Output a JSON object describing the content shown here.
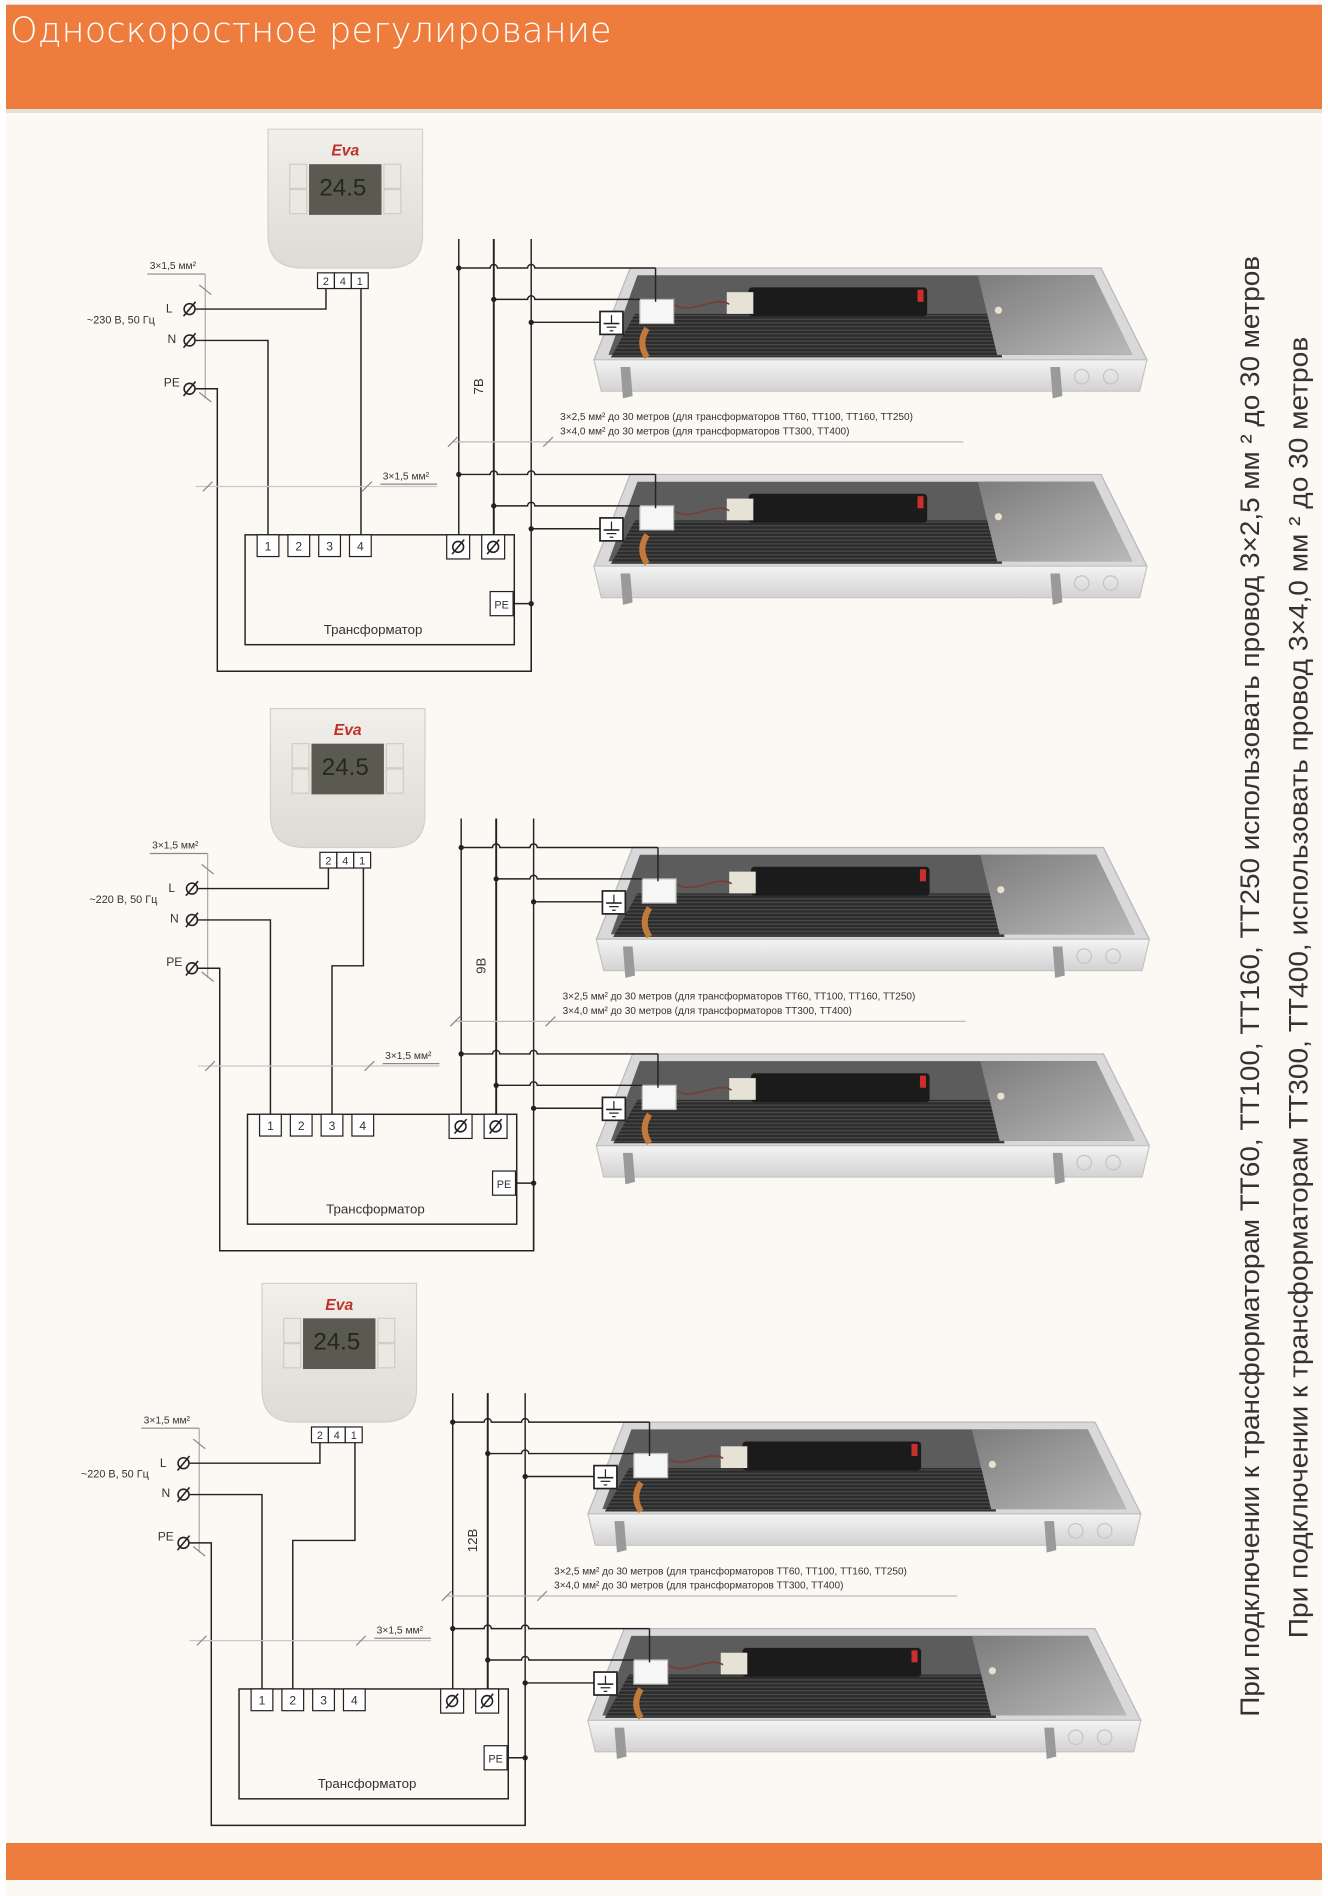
{
  "header": {
    "title": "Односкоростное регулирование"
  },
  "colors": {
    "accent": "#ee7d3d",
    "background": "#fcf8f4",
    "line": "#222222"
  },
  "thermostat": {
    "brand": "Eva",
    "display": "24.5",
    "terminals": [
      "2",
      "4",
      "1"
    ]
  },
  "mains_labels": {
    "L": "L",
    "N": "N",
    "PE": "PE"
  },
  "transformer": {
    "label": "Трансформатор",
    "terminals": [
      "1",
      "2",
      "3",
      "4"
    ],
    "pe_label": "PE"
  },
  "cables": {
    "mains": "3×1,5 мм²",
    "control": "3×1,5 мм²",
    "low_voltage_line1": "3×2,5 мм² до 30 метров (для трансформаторов ТТ60, ТТ100, ТТ160, ТТ250)",
    "low_voltage_line2": "3×4,0 мм² до 30 метров (для трансформаторов ТТ300, ТТ400)"
  },
  "diagrams": [
    {
      "supply": "~230 В, 50 Гц",
      "output_voltage": "7В",
      "thermostat_to_terminal": 4
    },
    {
      "supply": "~220 В, 50 Гц",
      "output_voltage": "9В",
      "thermostat_to_terminal": 3
    },
    {
      "supply": "~220 В, 50 Гц",
      "output_voltage": "12В",
      "thermostat_to_terminal": 2
    }
  ],
  "side_note": {
    "line1": "При подключении к трансформаторам ТТ60, ТТ100, ТТ160, ТТ250 использовать провод  3×2,5 мм ² до 30 метров",
    "line2": "При подключении к трансформаторам ТТ300, ТТ400, использовать провод 3×4,0 мм ² до 30 метров"
  }
}
